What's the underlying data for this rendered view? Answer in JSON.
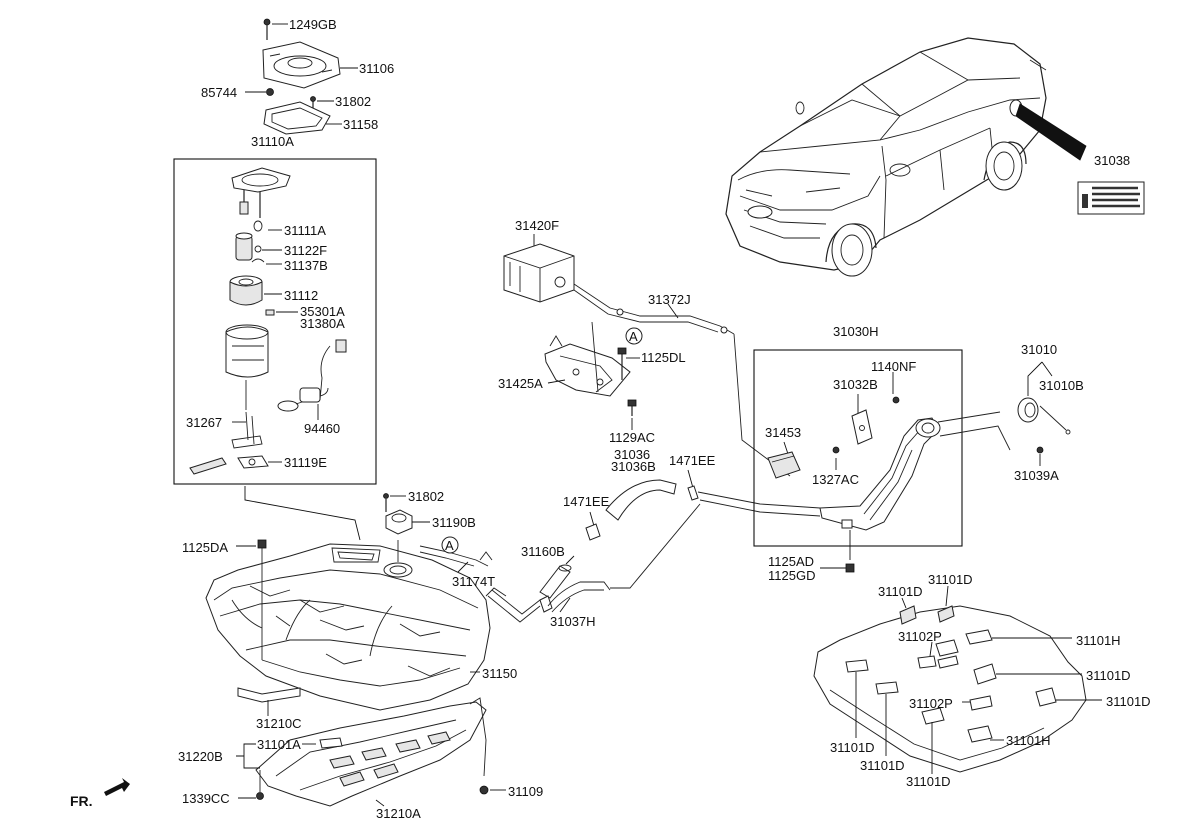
{
  "diagram": {
    "labels": {
      "p1249GB": "1249GB",
      "p31106": "31106",
      "p85744": "85744",
      "p31802a": "31802",
      "p31158": "31158",
      "p31110A": "31110A",
      "p31111A": "31111A",
      "p31122F": "31122F",
      "p31137B": "31137B",
      "p31112": "31112",
      "p35301A": "35301A",
      "p31380A": "31380A",
      "p31267": "31267",
      "p94460": "94460",
      "p31119E": "31119E",
      "p31420F": "31420F",
      "p31372J": "31372J",
      "p1125DL": "1125DL",
      "p31425A": "31425A",
      "p1129AC": "1129AC",
      "p31036": "31036",
      "p31036B": "31036B",
      "p1471EEa": "1471EE",
      "p1471EEb": "1471EE",
      "p31030H": "31030H",
      "p1140NF": "1140NF",
      "p31032B": "31032B",
      "p31453": "31453",
      "p1327AC": "1327AC",
      "p31010": "31010",
      "p31010B": "31010B",
      "p31039A": "31039A",
      "p31038": "31038",
      "p31802b": "31802",
      "p31190B": "31190B",
      "p1125DA": "1125DA",
      "p31174T": "31174T",
      "p31160B": "31160B",
      "p31037H": "31037H",
      "p1125AD": "1125AD",
      "p1125GD": "1125GD",
      "p31150": "31150",
      "p31210C": "31210C",
      "p31220B": "31220B",
      "p31101A": "31101A",
      "p1339CC": "1339CC",
      "p31210A": "31210A",
      "p31109": "31109",
      "p31101Da": "31101D",
      "p31101Db": "31101D",
      "p31102Pa": "31102P",
      "p31101Ha": "31101H",
      "p31101Dc": "31101D",
      "p31101Dd": "31101D",
      "p31102Pb": "31102P",
      "p31101De": "31101D",
      "p31101Df": "31101D",
      "p31101Hb": "31101H",
      "p31101Dg": "31101D",
      "refA1": "A",
      "refA2": "A",
      "front": "FR."
    }
  }
}
